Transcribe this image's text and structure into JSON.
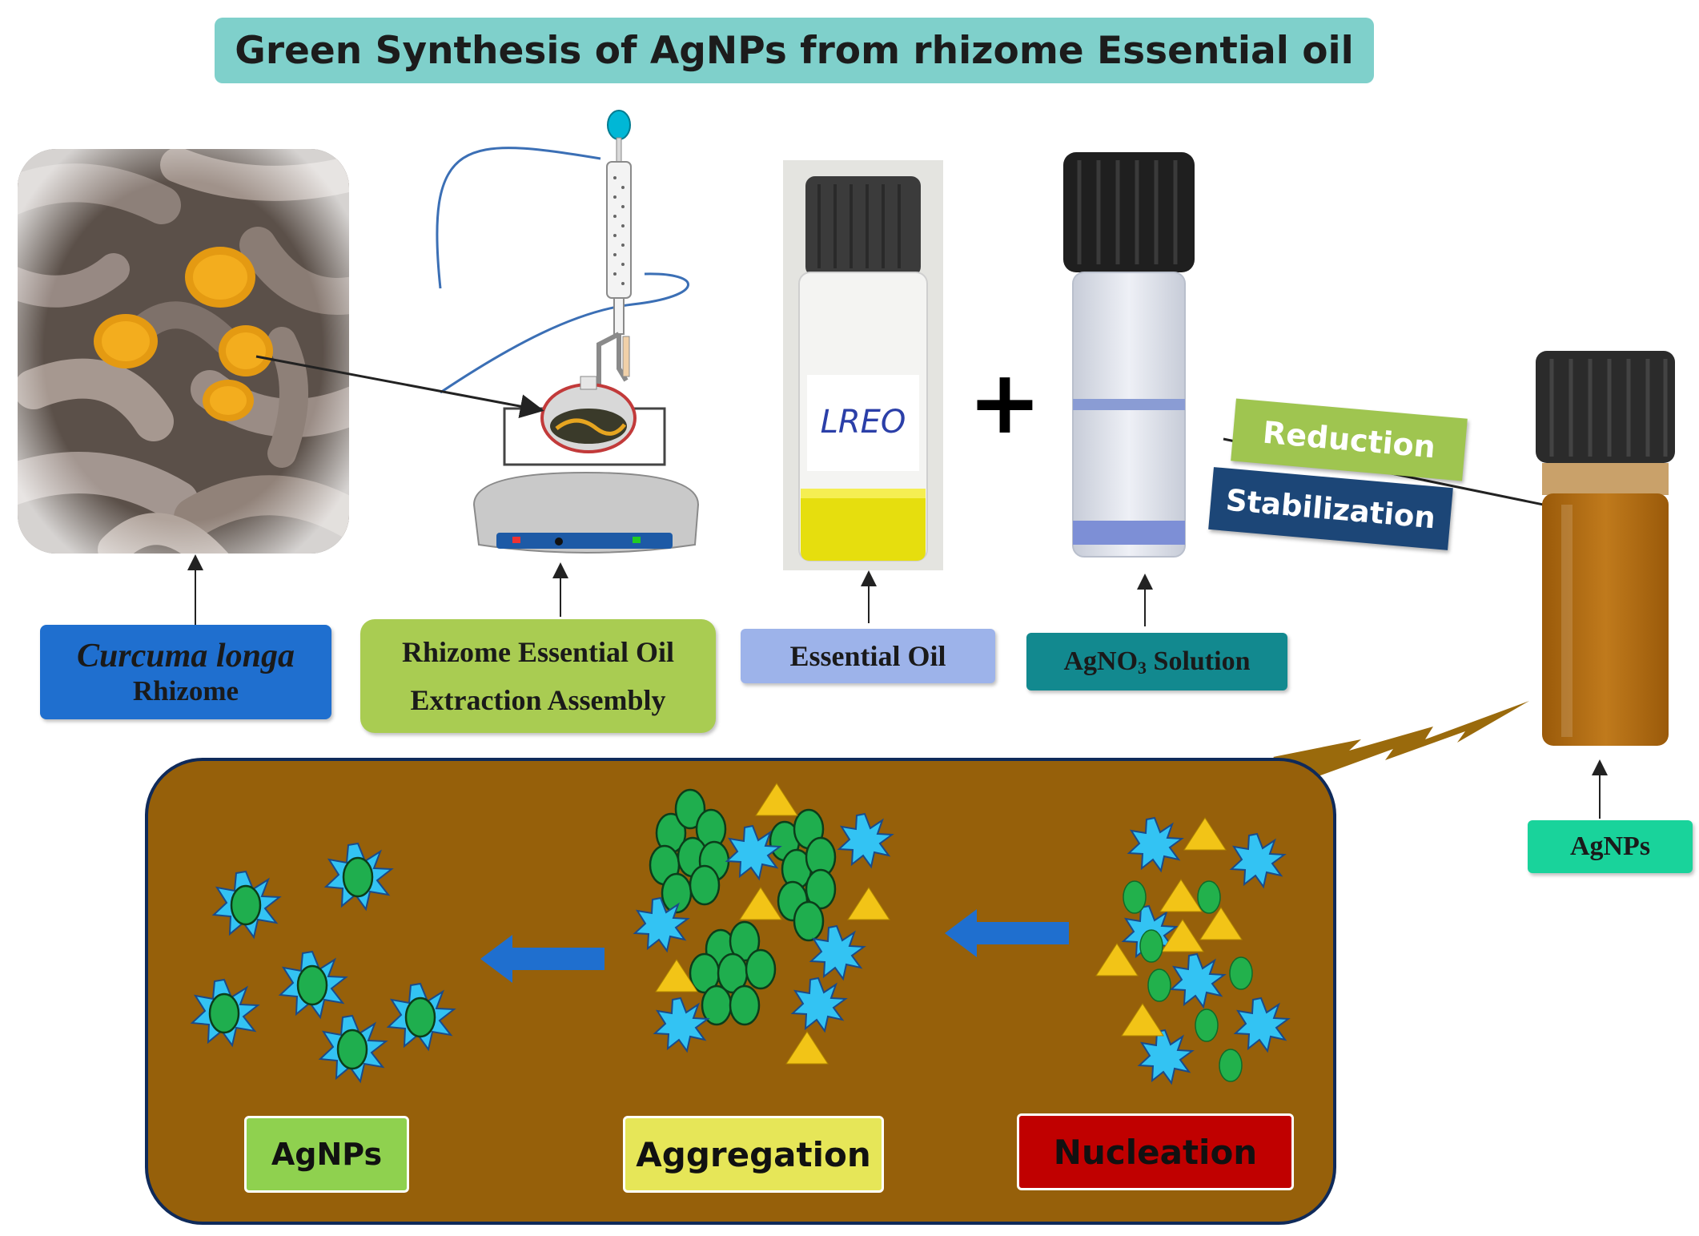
{
  "title": "Green Synthesis of AgNPs from rhizome Essential oil",
  "labels": {
    "rhizome_italic": "Curcuma longa",
    "rhizome_sub": "Rhizome",
    "extraction_line1": "Rhizome Essential Oil",
    "extraction_line2": "Extraction Assembly",
    "essential_oil": "Essential Oil",
    "agno3_prefix": "AgNO",
    "agno3_sub": "3",
    "agno3_suffix": " Solution",
    "agnps_side": "AgNPs",
    "vial_tag": "LREO",
    "plus": "+"
  },
  "process": {
    "reduction": "Reduction",
    "stabilization": "Stabilization"
  },
  "stages": {
    "agnps": "AgNPs",
    "aggregation": "Aggregation",
    "nucleation": "Nucleation"
  },
  "colors": {
    "title_bg": "#7fd0cb",
    "rhizome_box": "#1f6fcf",
    "extraction_box": "#a9cc52",
    "essential_oil_box": "#9db3ea",
    "agno3_box": "#12898f",
    "agnps_box": "#19d39b",
    "reduction_box": "#9fc550",
    "stabilization_box": "#1c4677",
    "panel_bg": "#96600a",
    "stage_agnps": "#8fd14f",
    "stage_aggregation": "#e6e658",
    "stage_nucleation": "#c00000"
  },
  "icons": [
    "turmeric-rhizome-photo",
    "clevenger-apparatus-icon",
    "essential-oil-vial-icon",
    "agno3-vial-icon",
    "agnps-vial-icon",
    "lightning-bolt-icon",
    "green-particle-icon",
    "blue-starburst-icon",
    "yellow-triangle-icon",
    "blue-arrow-icon"
  ]
}
